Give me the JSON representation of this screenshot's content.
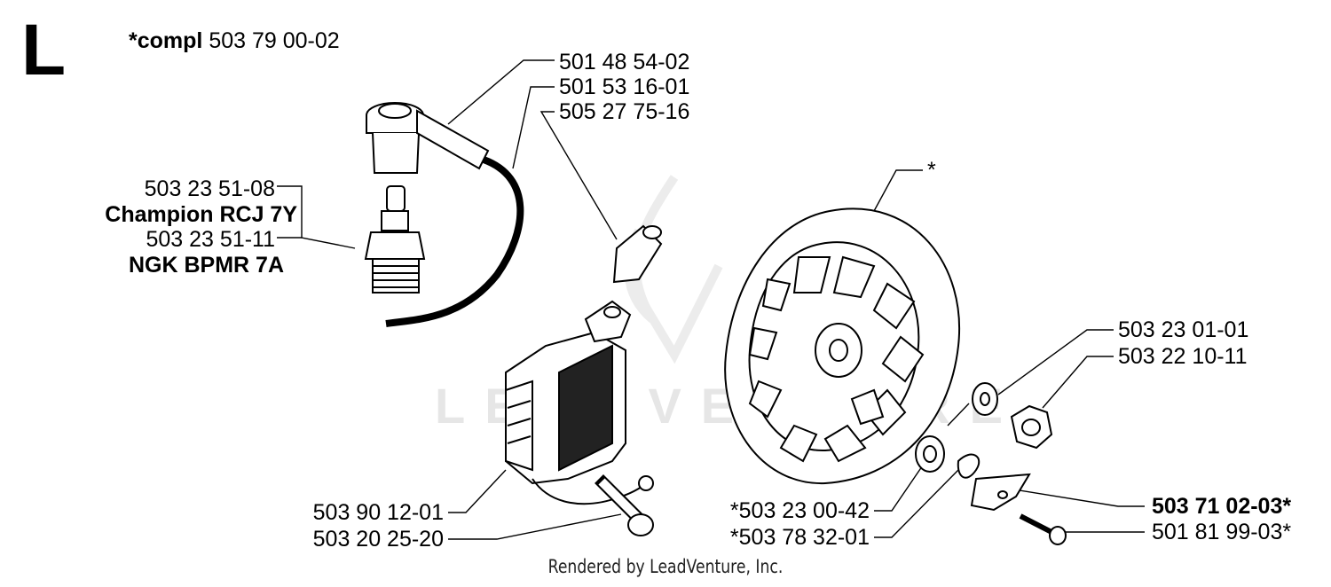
{
  "section_letter": "L",
  "assembly": {
    "prefix": "*compl",
    "number": "503 79 00-02"
  },
  "callouts": {
    "boot": "501 48 54-02",
    "lead": "501 53 16-01",
    "terminal": "505 27 75-16",
    "flywheel_star": "*",
    "washer": "503 23 01-01",
    "nut": "503 22 10-11",
    "key": "503 71 02-03*",
    "screw_small": "501 81 99-03*",
    "washer_small": "*503 23 00-42",
    "spring": "*503 78 32-01",
    "coil": "503 90 12-01",
    "coil_screw": "503 20 25-20"
  },
  "spark_plug": {
    "part1": "503 23 51-08",
    "model1": "Champion RCJ 7Y",
    "part2": "503 23 51-11",
    "model2": "NGK BPMR 7A"
  },
  "watermark": "LEADVENTURE",
  "footer": "Rendered by LeadVenture, Inc."
}
